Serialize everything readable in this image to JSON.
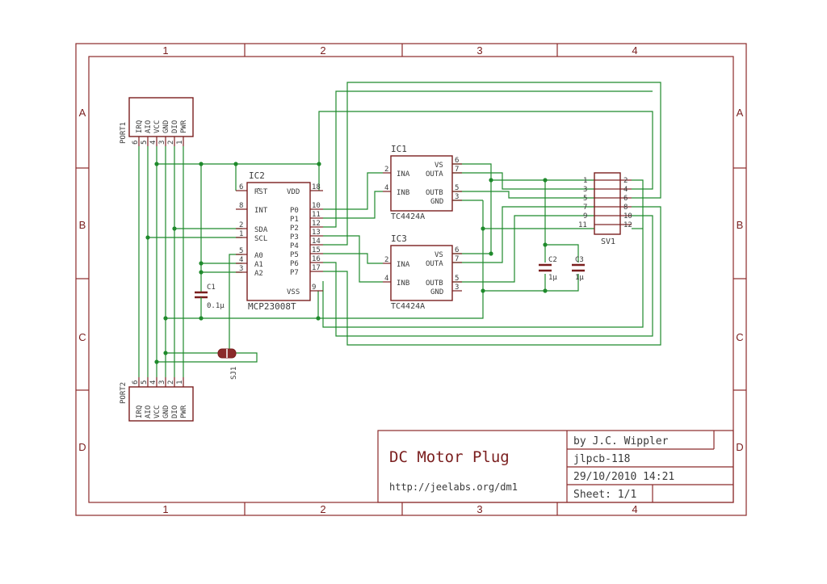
{
  "frame": {
    "col_markers": [
      "1",
      "2",
      "3",
      "4"
    ],
    "row_markers": [
      "A",
      "B",
      "C",
      "D"
    ]
  },
  "title_block": {
    "title": "DC Motor Plug",
    "url": "http://jeelabs.org/dm1",
    "author": "by J.C. Wippler",
    "board": "jlpcb-118",
    "datetime": "29/10/2010 14:21",
    "sheet": "Sheet: 1/1"
  },
  "connectors": {
    "port1": {
      "name": "PORT1",
      "pins": [
        "6",
        "5",
        "4",
        "3",
        "2",
        "1"
      ],
      "signals": [
        "IRQ",
        "AIO",
        "VCC",
        "GND",
        "DIO",
        "PWR"
      ]
    },
    "port2": {
      "name": "PORT2",
      "pins": [
        "6",
        "5",
        "4",
        "3",
        "2",
        "1"
      ],
      "signals": [
        "IRQ",
        "AIO",
        "VCC",
        "GND",
        "DIO",
        "PWR"
      ]
    },
    "sv1": {
      "name": "SV1",
      "left_pins": [
        "1",
        "3",
        "5",
        "7",
        "9",
        "11"
      ],
      "right_pins": [
        "2",
        "4",
        "6",
        "8",
        "10",
        "12"
      ]
    }
  },
  "ic2": {
    "name": "IC2",
    "part": "MCP23008T",
    "left": [
      {
        "num": "6",
        "sig": "RST"
      },
      {
        "num": "8",
        "sig": "INT"
      },
      {
        "num": "2",
        "sig": "SDA"
      },
      {
        "num": "1",
        "sig": "SCL"
      },
      {
        "num": "5",
        "sig": "A0"
      },
      {
        "num": "4",
        "sig": "A1"
      },
      {
        "num": "3",
        "sig": "A2"
      }
    ],
    "right": [
      {
        "num": "18",
        "sig": "VDD"
      },
      {
        "num": "10",
        "sig": "P0"
      },
      {
        "num": "11",
        "sig": "P1"
      },
      {
        "num": "12",
        "sig": "P2"
      },
      {
        "num": "13",
        "sig": "P3"
      },
      {
        "num": "14",
        "sig": "P4"
      },
      {
        "num": "15",
        "sig": "P5"
      },
      {
        "num": "16",
        "sig": "P6"
      },
      {
        "num": "17",
        "sig": "P7"
      },
      {
        "num": "9",
        "sig": "VSS"
      }
    ]
  },
  "ic1": {
    "name": "IC1",
    "part": "TC4424A",
    "left": [
      {
        "num": "2",
        "sig": "INA"
      },
      {
        "num": "4",
        "sig": "INB"
      }
    ],
    "right": [
      {
        "num": "6",
        "sig": "VS"
      },
      {
        "num": "7",
        "sig": "OUTA"
      },
      {
        "num": "5",
        "sig": "OUTB"
      },
      {
        "num": "3",
        "sig": "GND"
      }
    ]
  },
  "ic3": {
    "name": "IC3",
    "part": "TC4424A",
    "left": [
      {
        "num": "2",
        "sig": "INA"
      },
      {
        "num": "4",
        "sig": "INB"
      }
    ],
    "right": [
      {
        "num": "6",
        "sig": "VS"
      },
      {
        "num": "7",
        "sig": "OUTA"
      },
      {
        "num": "5",
        "sig": "OUTB"
      },
      {
        "num": "3",
        "sig": "GND"
      }
    ]
  },
  "caps": {
    "c1": {
      "name": "C1",
      "value": "0.1μ"
    },
    "c2": {
      "name": "C2",
      "value": "1μ"
    },
    "c3": {
      "name": "C3",
      "value": "1μ"
    }
  },
  "jumper": {
    "name": "SJ1"
  },
  "colors": {
    "frame": "#8b2a2a",
    "wire": "#1f8a2c",
    "text": "#3a3a3a"
  }
}
